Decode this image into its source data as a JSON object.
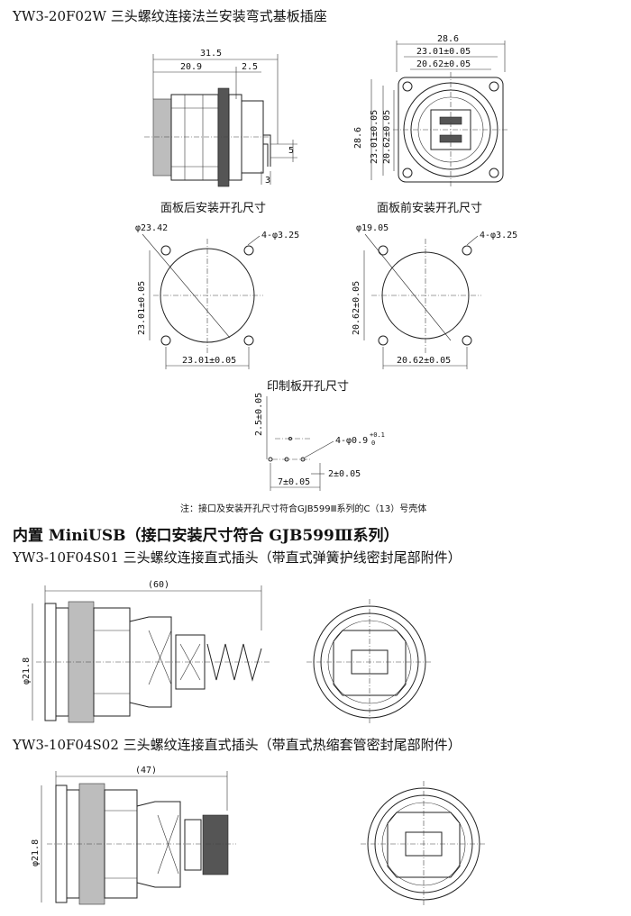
{
  "titles": {
    "t1": "YW3-20F02W 三头螺纹连接法兰安装弯式基板插座",
    "section": "内置 MiniUSB（接口安装尺寸符合 GJB599Ⅲ系列）",
    "t2": "YW3-10F04S01 三头螺纹连接直式插头（带直式弹簧护线密封尾部附件）",
    "t3": "YW3-10F04S02 三头螺纹连接直式插头（带直式热缩套管密封尾部附件）"
  },
  "captions": {
    "rear_cutout": "面板后安装开孔尺寸",
    "front_cutout": "面板前安装开孔尺寸",
    "pcb_cutout": "印制板开孔尺寸"
  },
  "note": "注：接口及安装开孔尺寸符合GJB599Ⅲ系列的C（13）号壳体",
  "dims": {
    "side_total": "31.5",
    "side_body": "20.9",
    "side_flange": "2.5",
    "side_pin_h": "5",
    "side_pin_w": "3",
    "front_w": "28.6",
    "front_h": "28.6",
    "hole_23": "23.01±0.05",
    "hole_2062": "20.62±0.05",
    "rear_dia": "φ23.42",
    "front_dia": "φ19.05",
    "mount_holes": "4-φ3.25",
    "pcb_pitch_v": "2.5±0.05",
    "pcb_holes": "4-φ0.9",
    "pcb_tol_up": "+0.1",
    "pcb_tol_dn": "0",
    "pcb_pitch_h": "2±0.05",
    "pcb_span": "7±0.05",
    "plug1_len": "(60)",
    "plug1_dia": "φ21.8",
    "plug2_len": "(47)",
    "plug2_dia": "φ21.8"
  }
}
